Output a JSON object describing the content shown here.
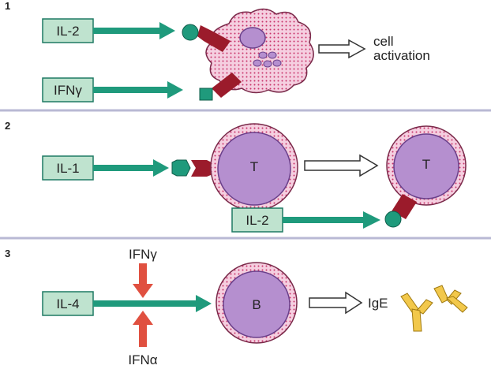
{
  "panel1": {
    "number": "1",
    "inputs": [
      "IL-2",
      "IFNγ"
    ],
    "outcome": [
      "cell",
      "activation"
    ]
  },
  "panel2": {
    "number": "2",
    "inputs": [
      "IL-1",
      "IL-2"
    ],
    "cells": [
      "T",
      "T"
    ]
  },
  "panel3": {
    "number": "3",
    "input": "IL-4",
    "modulators": [
      "IFNγ",
      "IFNα"
    ],
    "cell": "B",
    "product": "IgE"
  },
  "colors": {
    "label_box_fill": "#bfe3cf",
    "arrow_green": "#1f9a7c",
    "receptor_red": "#9b1b2b",
    "cell_pink": "#f5cfe0",
    "nucleus_purple": "#b58fcf",
    "inhibit_red": "#e05040",
    "antibody_yellow": "#f2c84b",
    "divider": "#b9b9d4"
  }
}
